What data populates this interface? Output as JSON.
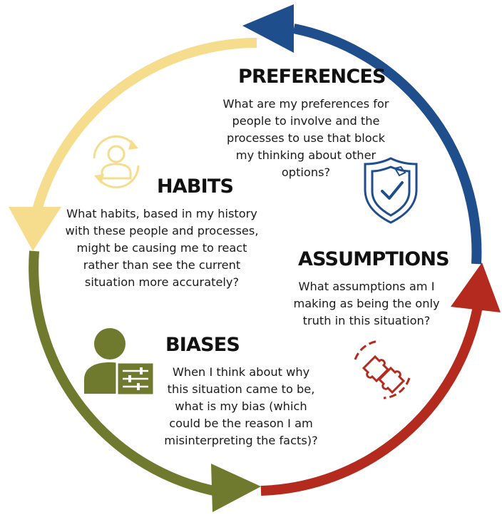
{
  "colors": {
    "preferences": "#1f4e8c",
    "assumptions": "#b52a1e",
    "biases": "#6f7a2e",
    "habits": "#f5dd8d",
    "text": "#111111"
  },
  "sections": {
    "preferences": {
      "heading": "PREFERENCES",
      "lines": [
        "What are my preferences for",
        "people to involve and the",
        "processes to use that block",
        "my thinking about other",
        "options?"
      ],
      "icon": "shield-check-icon"
    },
    "habits": {
      "heading": "HABITS",
      "lines": [
        "What habits, based in my history",
        "with these people and processes,",
        "might be causing me to react",
        "rather than see the current",
        "situation more accurately?"
      ],
      "icon": "person-cycle-icon"
    },
    "assumptions": {
      "heading": "ASSUMPTIONS",
      "lines": [
        "What assumptions am I",
        "making as being the only",
        "truth in this situation?"
      ],
      "icon": "puzzle-pieces-icon"
    },
    "biases": {
      "heading": "BIASES",
      "lines": [
        "When I think about why",
        "this situation came to be,",
        "what is my bias (which",
        "could be the reason I am",
        "misinterpreting the facts)?"
      ],
      "icon": "person-sliders-icon"
    }
  }
}
